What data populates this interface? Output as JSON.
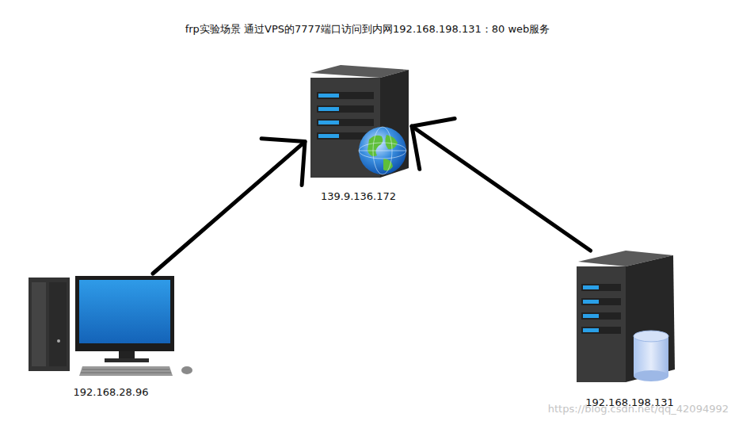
{
  "diagram": {
    "title": "frp实验场景   通过VPS的7777端口访问到内网192.168.198.131：80 web服务",
    "nodes": [
      {
        "text": [
          "139.9.136.172"
        ]
      },
      {
        "text": [
          "192.168.28.96"
        ]
      },
      {
        "text": [
          "192.168.198.131"
        ]
      }
    ],
    "edges": [
      {
        "from": 1,
        "to": 0,
        "arrow": "to"
      },
      {
        "from": 2,
        "to": 0,
        "arrow": "to"
      }
    ],
    "labels": [
      "https://blog.csdn.net/qq_42094992"
    ]
  }
}
